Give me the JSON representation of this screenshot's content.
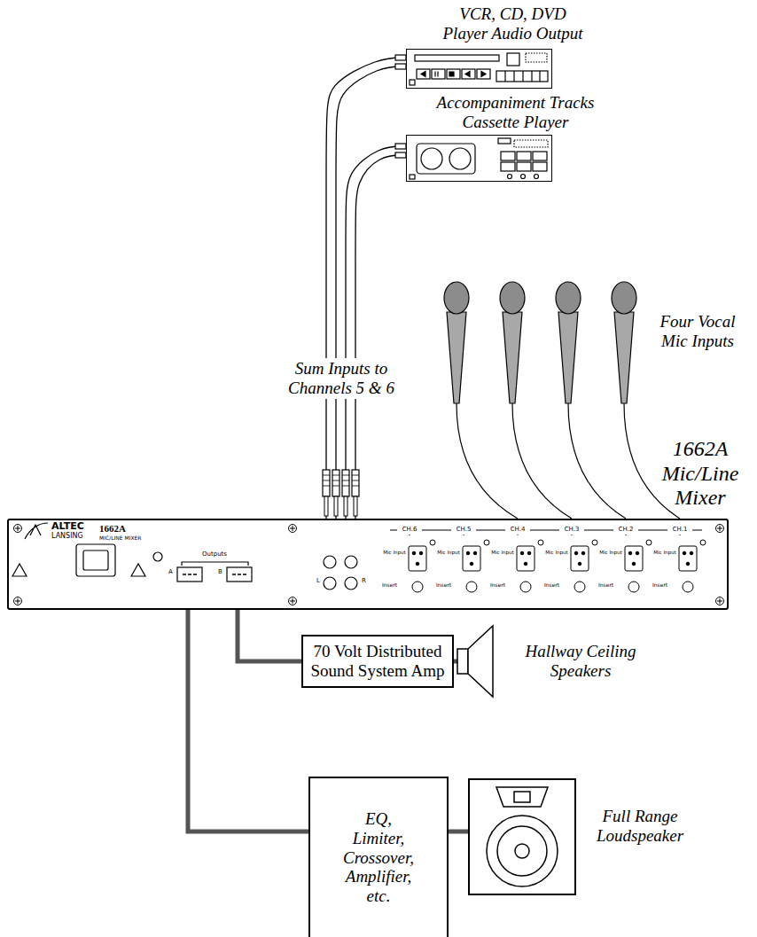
{
  "diagram": {
    "nodes": [
      {
        "text": [
          "VCR, CD, DVD Player Audio Output"
        ]
      },
      {
        "text": [
          "Accompaniment Tracks Cassette Player"
        ]
      },
      {
        "text": [
          "1662A Mic/Line Mixer"
        ]
      },
      {
        "text": [
          "70 Volt Distributed Sound System Amp"
        ]
      },
      {
        "text": [
          "Hallway Ceiling Speakers"
        ]
      },
      {
        "text": [
          "EQ, Limiter, Crossover, Amplifier, etc."
        ]
      },
      {
        "text": [
          "Full Range Loudspeaker"
        ]
      }
    ],
    "edges": [
      {
        "from": 0,
        "to": 2,
        "arrow": "none"
      },
      {
        "from": 1,
        "to": 2,
        "arrow": "none"
      },
      {
        "from": 2,
        "to": 3,
        "arrow": "none"
      },
      {
        "from": 3,
        "to": 4,
        "arrow": "none"
      },
      {
        "from": 2,
        "to": 5,
        "arrow": "none"
      },
      {
        "from": 5,
        "to": 6,
        "arrow": "none"
      }
    ],
    "labels": [
      "Sum Inputs to Channels 5 & 6",
      "Four Vocal Mic Inputs",
      "ALTEC",
      "LANSING",
      "1662A",
      "MIC/LINE MIXER",
      "Outputs",
      "A",
      "B",
      "L",
      "R",
      "CH.6",
      "CH.5",
      "CH.4",
      "CH.3",
      "CH.2",
      "CH.1",
      "Mic Input",
      "Mic Input",
      "Mic Input",
      "Mic Input",
      "Mic Input",
      "Mic Input",
      "Insert",
      "Insert",
      "Insert",
      "Insert",
      "Insert",
      "Insert"
    ]
  }
}
